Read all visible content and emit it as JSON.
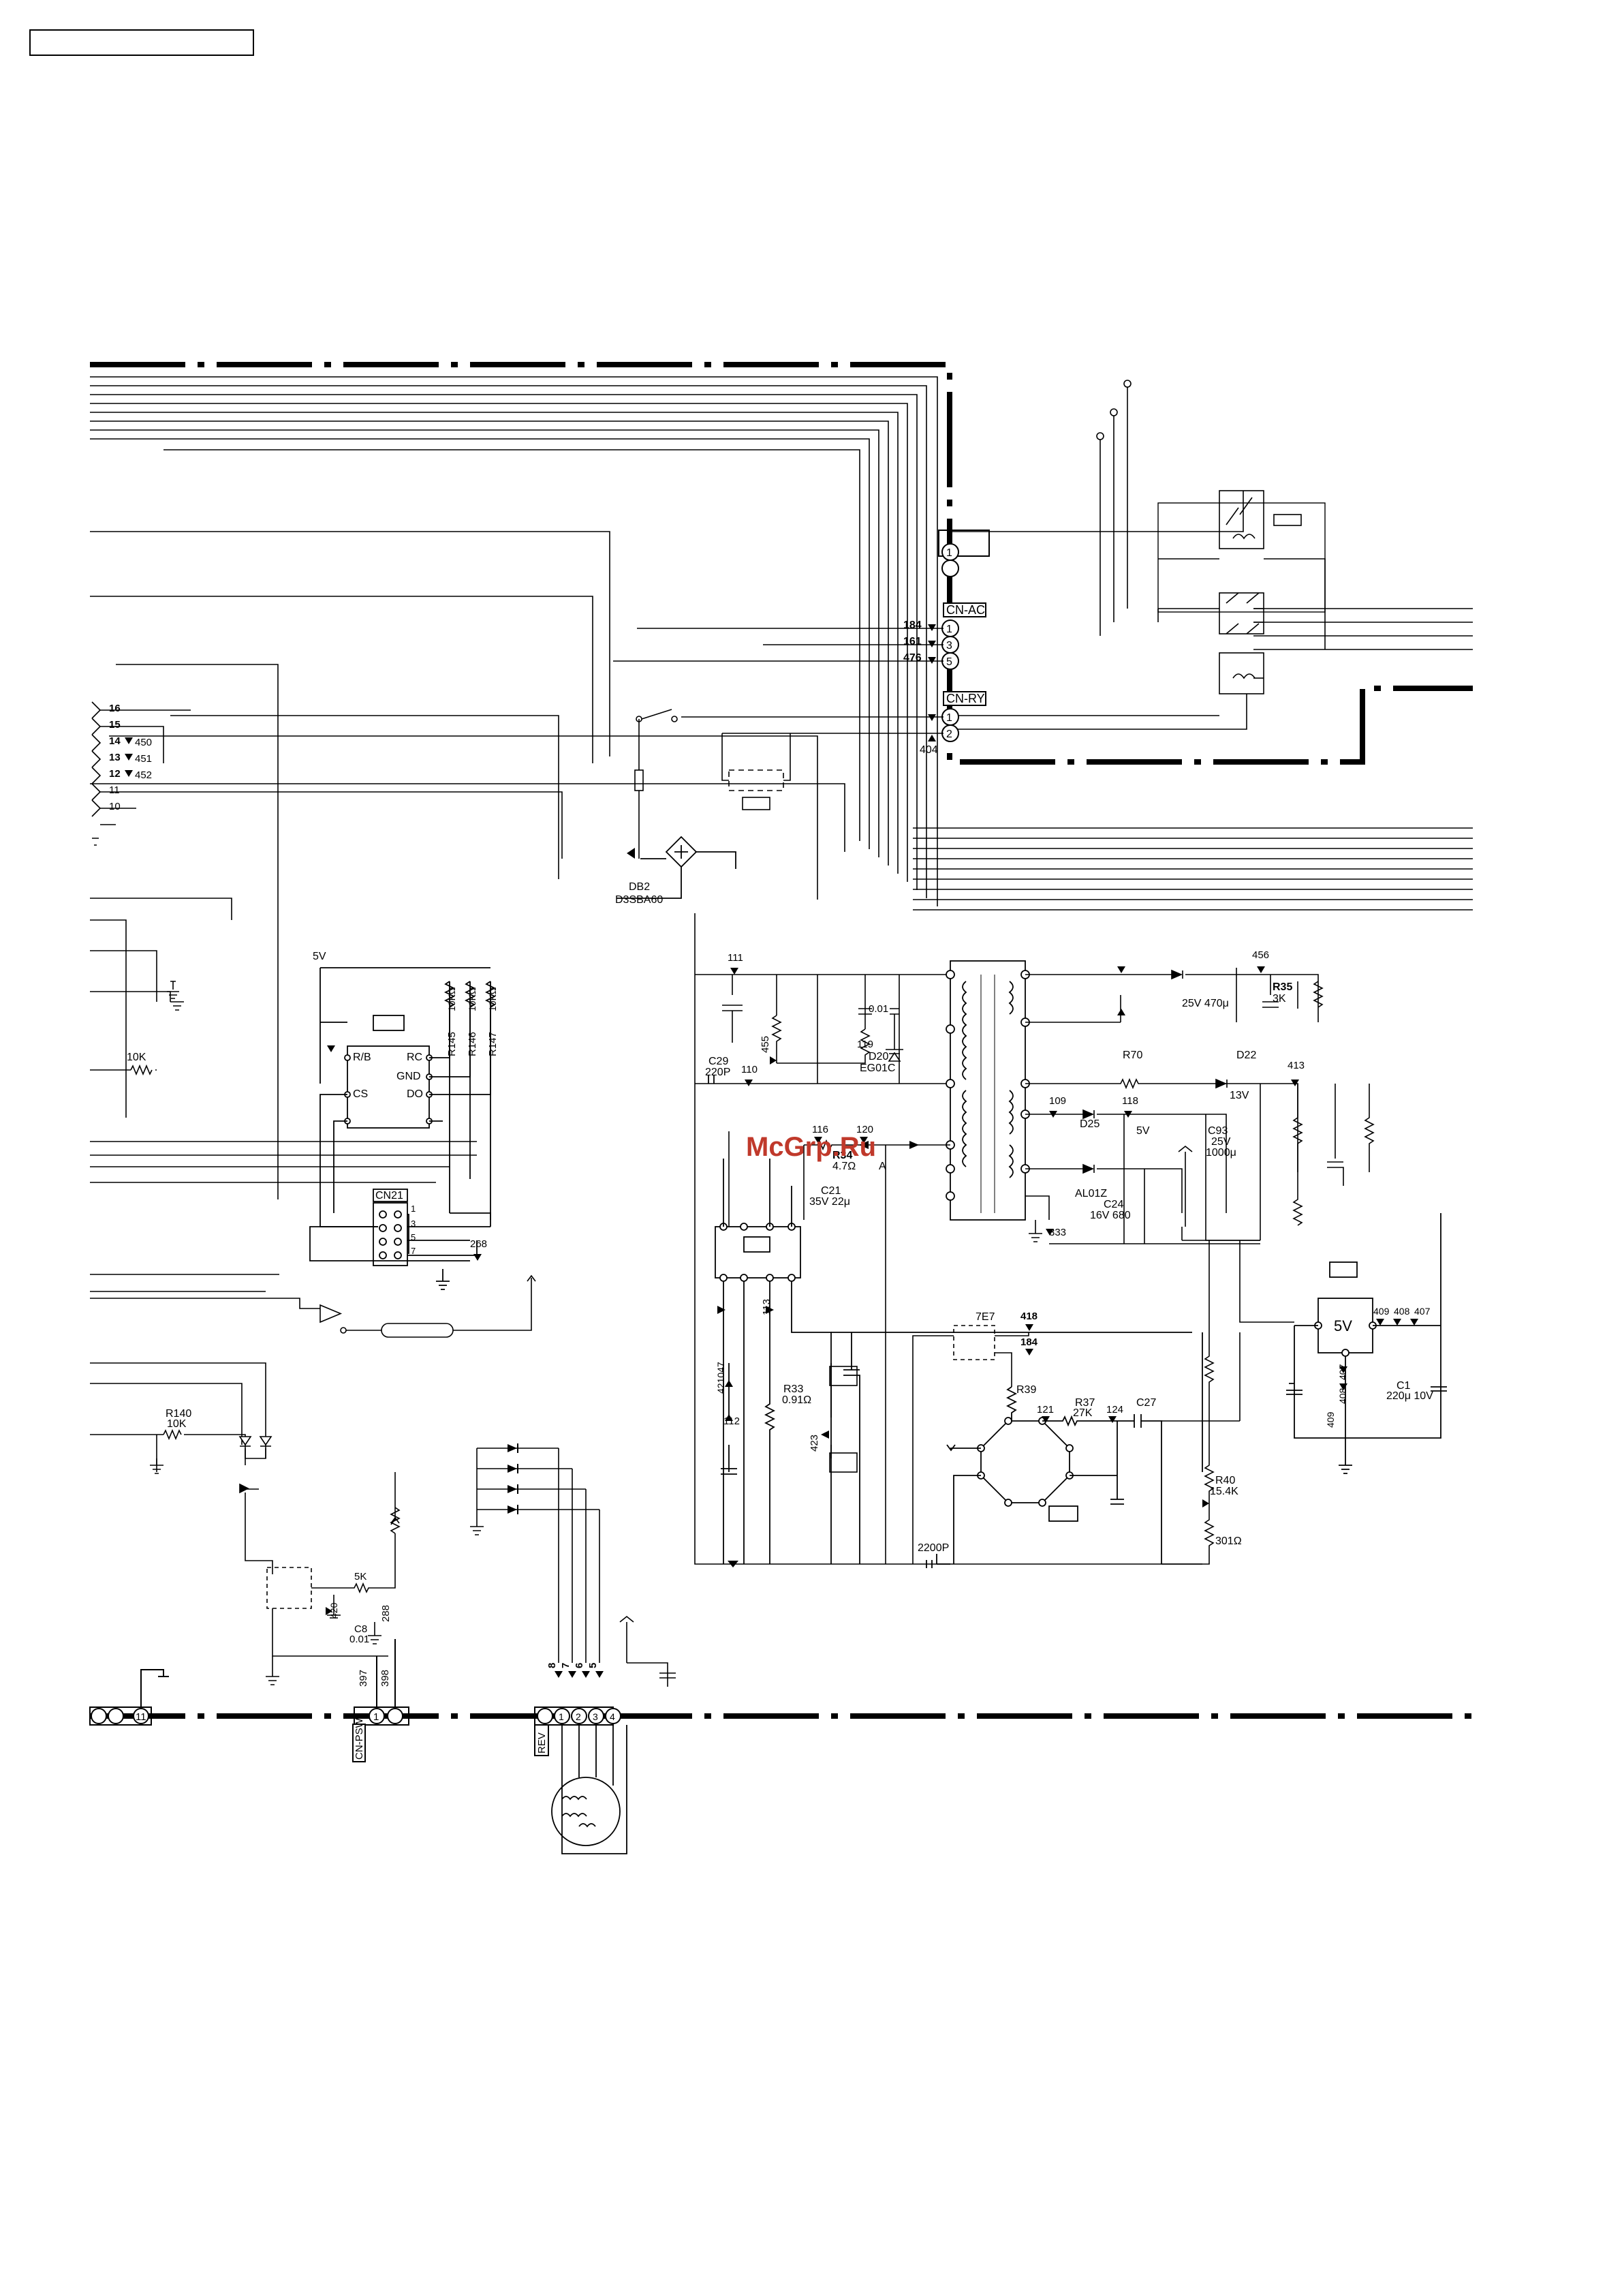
{
  "header": {
    "box_text": ""
  },
  "connectors": {
    "cn_ac": "CN-AC",
    "cn_ry": "CN-RY",
    "cn21": "CN21",
    "cn_psw": "CN-PSW",
    "rev": "REV"
  },
  "connector_pins": {
    "cn_ac_pins": [
      "1",
      "3",
      "5"
    ],
    "cn_ry_pins": [
      "1",
      "2"
    ],
    "top_pin": "1",
    "cn21_pins": [
      "1",
      "3",
      "5",
      "7"
    ],
    "bottom_left_pin": "11",
    "cn_psw_pin": "1",
    "rev_pins": [
      "1",
      "2",
      "3",
      "4"
    ]
  },
  "left_pins": [
    "16",
    "15",
    "14",
    "13",
    "12",
    "11",
    "10"
  ],
  "test_points": {
    "tp_450": "450",
    "tp_451": "451",
    "tp_452": "452",
    "tp_184a": "184",
    "tp_161": "161",
    "tp_476": "476",
    "tp_404": "404",
    "tp_111": "111",
    "tp_456": "456",
    "tp_119": "119",
    "tp_455": "455",
    "tp_110": "110",
    "tp_109": "109",
    "tp_118": "118",
    "tp_413": "413",
    "tp_116": "116",
    "tp_120": "120",
    "tp_333": "333",
    "tp_268": "268",
    "tp_113": "113",
    "tp_418": "418",
    "tp_184b": "184",
    "tp_409": "409",
    "tp_408": "408",
    "tp_407": "407",
    "tp_121": "121",
    "tp_124": "124",
    "tp_112": "112",
    "tp_423": "423",
    "tp_288": "288",
    "tp_397": "397",
    "tp_398": "398",
    "tp_8": "8",
    "tp_7": "7",
    "tp_6": "6",
    "tp_5": "5",
    "tp_409b": "409",
    "tp_408b": "408",
    "tp_407b": "407",
    "tp_420": "420",
    "tp_421047": "421047"
  },
  "components": {
    "db2": "DB2",
    "db2_part": "D3SBA60",
    "c29": "C29",
    "c29_val": "220P",
    "val_001": "0.01",
    "d20": "D20",
    "d20_part": "EG01C",
    "r35": "R35",
    "r35_val": "3K",
    "cap_25v470": "25V 470μ",
    "r70": "R70",
    "d22": "D22",
    "d25": "D25",
    "v13": "13V",
    "v5_node": "5V",
    "c93": "C93",
    "c93_v": "25V",
    "c93_val": "1000μ",
    "al01z": "AL01Z",
    "c24": "C24",
    "c24_val": "16V 680",
    "r34": "R34",
    "r34_val": "4.7Ω",
    "node_a": "A",
    "c21": "C21",
    "c21_val": "35V 22μ",
    "v5_ic": "5V",
    "c1": "C1",
    "c1_val": "220μ 10V",
    "r33": "R33",
    "r33_val": "0.91Ω",
    "r39": "R39",
    "r37": "R37",
    "r37_val": "27K",
    "c27": "C27",
    "r40": "R40",
    "r40_val": "15.4K",
    "r_301": "301Ω",
    "c_2200p": "2200P",
    "ic_7e7": "7E7",
    "v5_left": "5V",
    "r145": "R145",
    "r146": "R146",
    "r147": "R147",
    "r_10k_a": "10KΩ",
    "r_10k_b": "10KΩ",
    "r_10k_c": "10KΩ",
    "pin_rb": "R/B",
    "pin_rc": "RC",
    "pin_gnd": "GND",
    "pin_cs": "CS",
    "pin_do": "DO",
    "r_10k_left": "10K",
    "r140": "R140",
    "r140_val": "10K",
    "c8": "C8",
    "c8_val": "0.01",
    "r_5k": "5K"
  },
  "watermark": "McGrp.Ru"
}
